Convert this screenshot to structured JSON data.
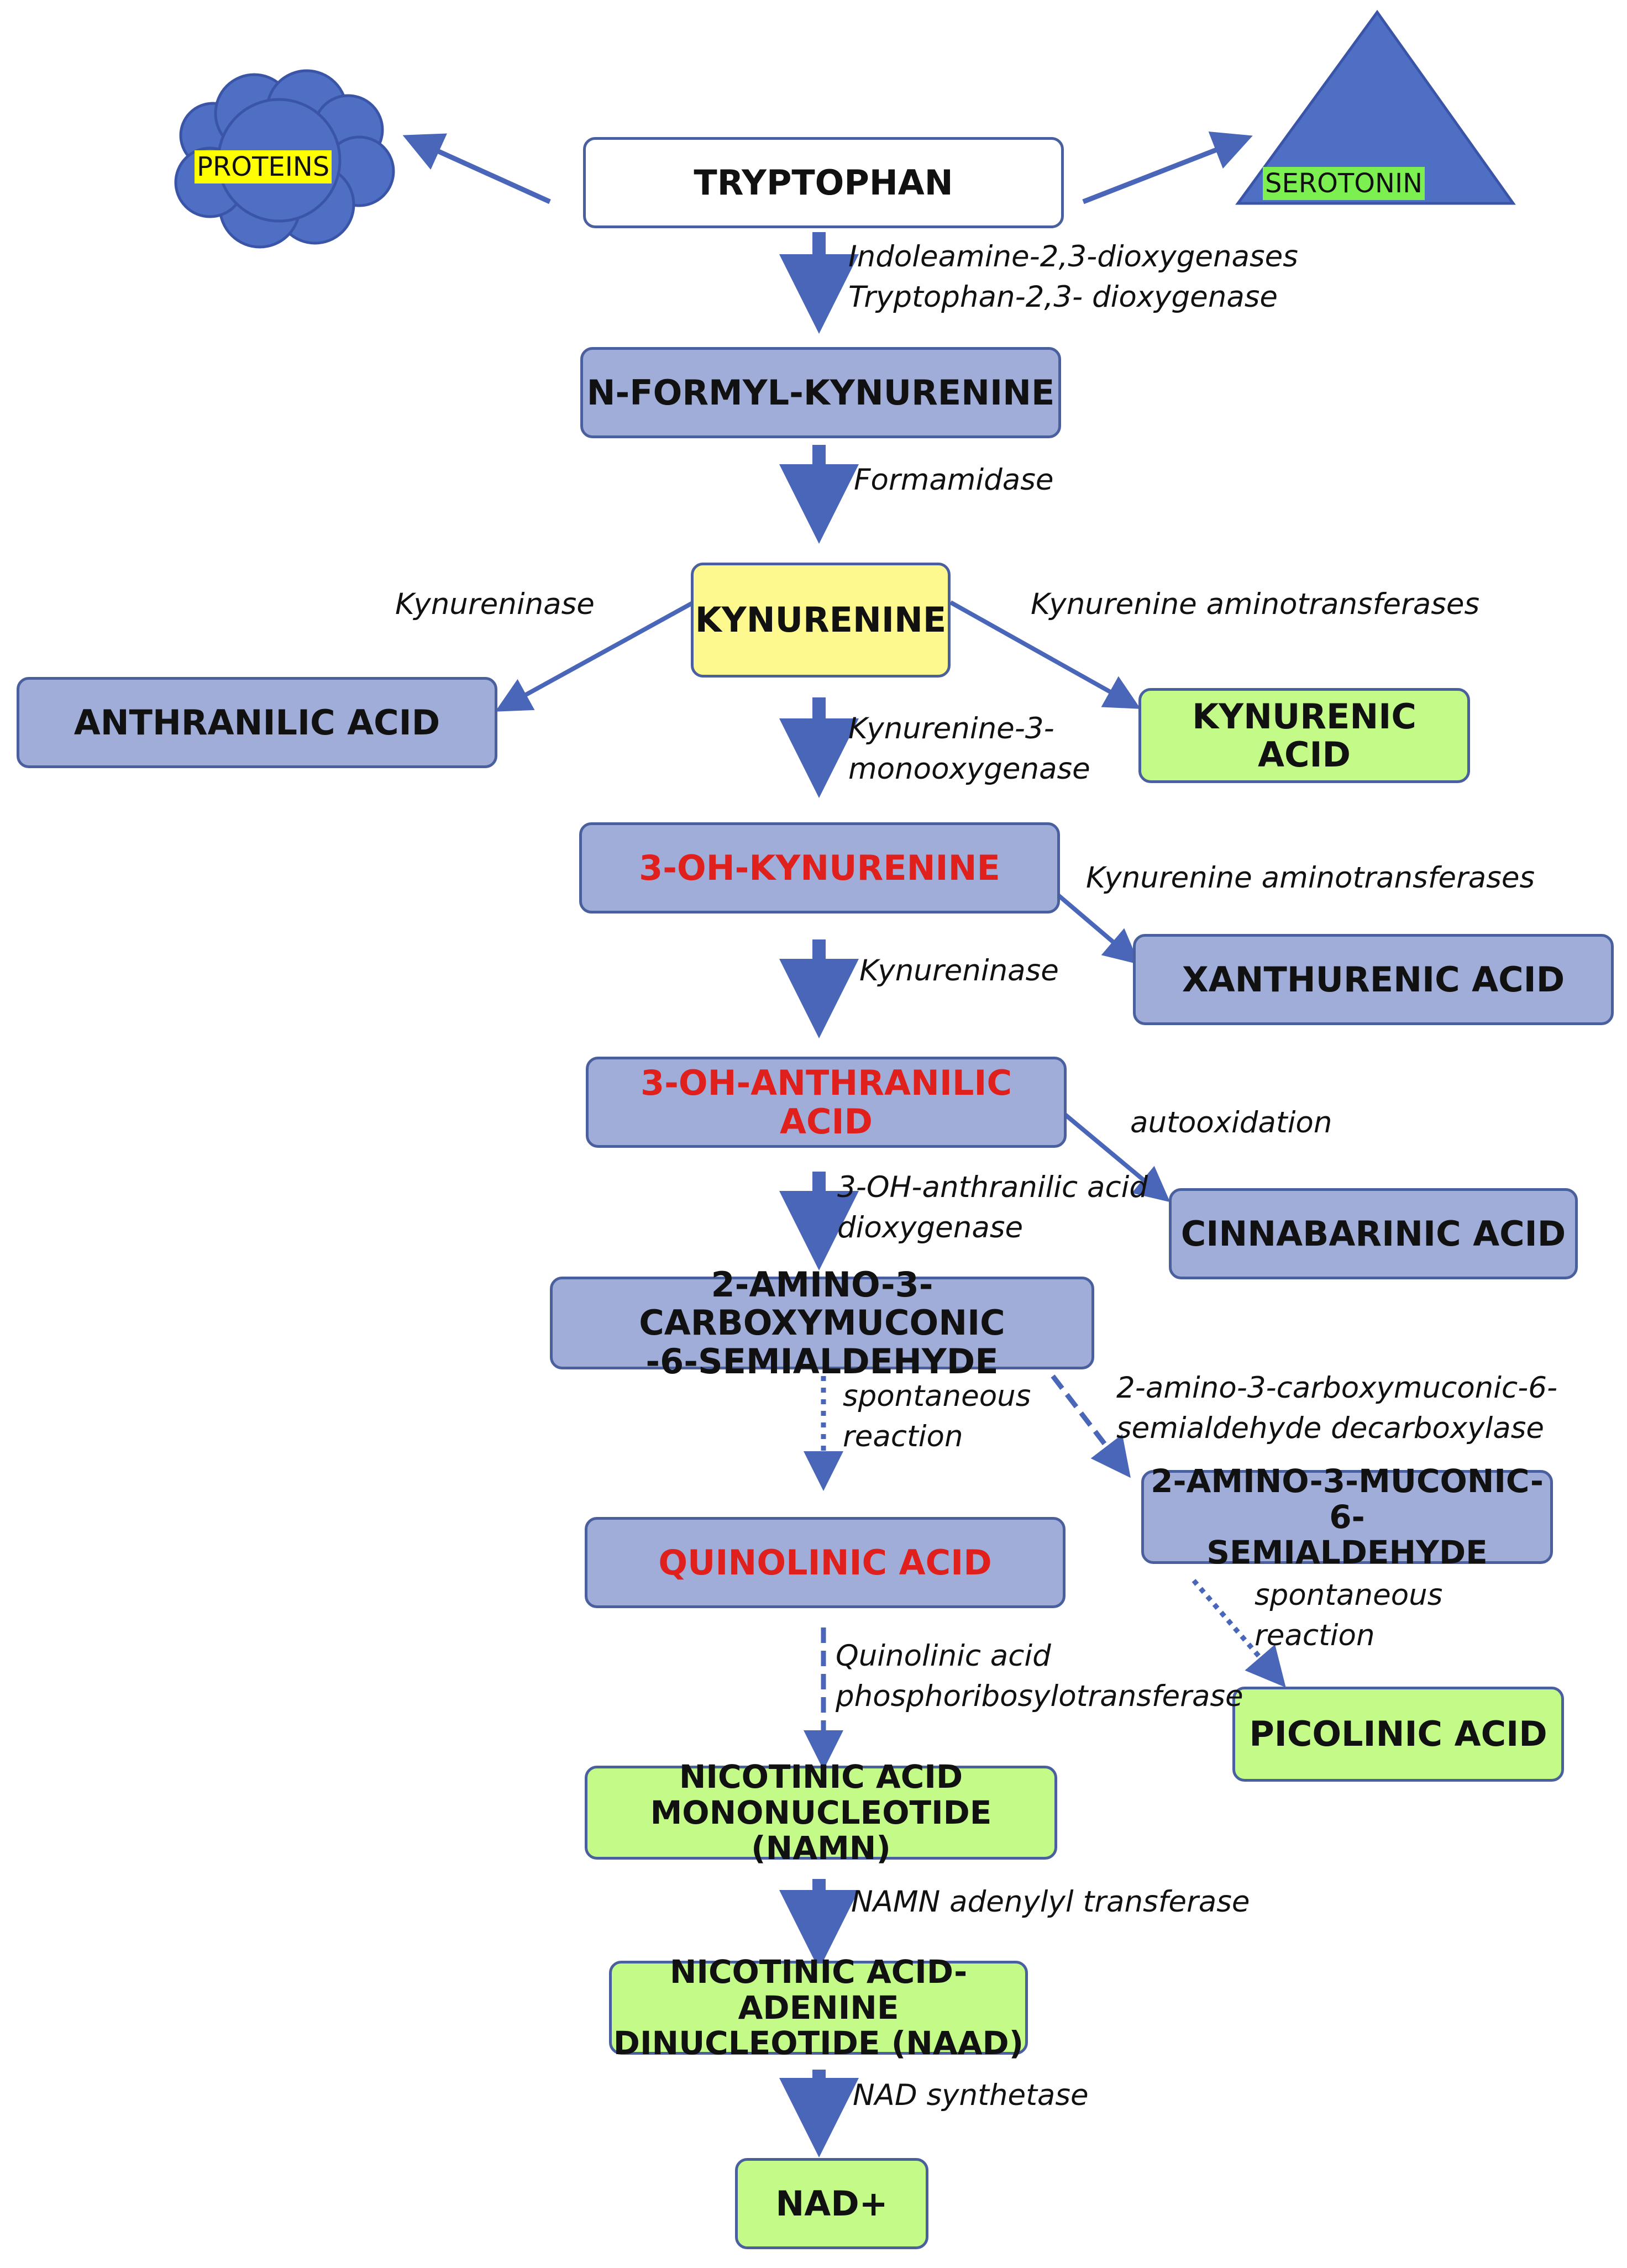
{
  "nodes": {
    "tryptophan": "TRYPTOPHAN",
    "proteins": "PROTEINS",
    "serotonin": "SEROTONIN",
    "n_formyl_kynurenine": "N-FORMYL-KYNURENINE",
    "kynurenine": "KYNURENINE",
    "anthranilic_acid": "ANTHRANILIC ACID",
    "kynurenic_acid": "KYNURENIC ACID",
    "oh_kynurenine": "3-OH-KYNURENINE",
    "xanthurenic_acid": "XANTHURENIC ACID",
    "oh_anthranilic_acid": "3-OH-ANTHRANILIC ACID",
    "cinnabarinic_acid": "CINNABARINIC ACID",
    "acms": "2-AMINO-3-CARBOXYMUCONIC\n-6-SEMIALDEHYDE",
    "quinolinic_acid": "QUINOLINIC ACID",
    "ams": "2-AMINO-3-MUCONIC-6-\nSEMIALDEHYDE",
    "picolinic_acid": "PICOLINIC ACID",
    "namn": "NICOTINIC ACID\nMONONUCLEOTIDE (NAMN)",
    "naad": "NICOTINIC ACID-ADENINE\nDINUCLEOTIDE (NAAD)",
    "nad": "NAD+"
  },
  "enzymes": {
    "ido_tdo": "Indoleamine-2,3-dioxygenases\nTryptophan-2,3- dioxygenase",
    "formamidase": "Formamidase",
    "kynureninase_left": "Kynureninase",
    "kat_right": "Kynurenine aminotransferases",
    "kmo": "Kynurenine-3-\nmonooxygenase",
    "kat_xanthurenic": "Kynurenine aminotransferases",
    "kynureninase_mid": "Kynureninase",
    "autooxidation": "autooxidation",
    "haao": "3-OH-anthranilic acid\ndioxygenase",
    "spontaneous_1": "spontaneous\nreaction",
    "acmsd": "2-amino-3-carboxymuconic-6-\nsemialdehyde decarboxylase",
    "spontaneous_2": "spontaneous\nreaction",
    "qprt": "Quinolinic acid\nphosphoribosylotransferase",
    "namn_at": "NAMN adenylyl transferase",
    "nad_synthetase": "NAD synthetase"
  },
  "colors": {
    "node_blue": "#9fadd8",
    "node_green": "#c4fb88",
    "node_yellow": "#fdf98f",
    "node_border": "#4a5f9e",
    "arrow": "#4a66b8",
    "shape_fill": "#4f6fc4",
    "toxic_text": "#e0201c",
    "proteins_highlight": "#ffff00",
    "serotonin_highlight": "#7cf050"
  }
}
